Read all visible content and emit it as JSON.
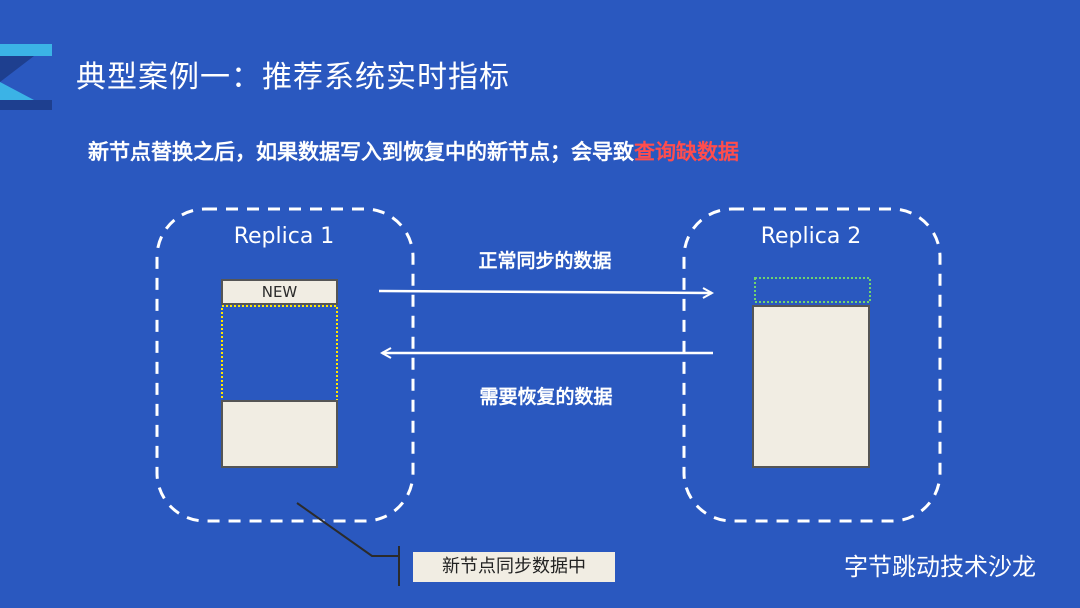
{
  "slide": {
    "title": "典型案例一：推荐系统实时指标",
    "subtitle_normal": "新节点替换之后，如果数据写入到恢复中的新节点；会导致",
    "subtitle_highlight": "查询缺数据",
    "brand": "字节跳动技术沙龙"
  },
  "diagram": {
    "replica1": {
      "label": "Replica 1",
      "new_block_label": "NEW"
    },
    "replica2": {
      "label": "Replica 2"
    },
    "arrows": {
      "normal_sync_label": "正常同步的数据",
      "recovery_label": "需要恢复的数据"
    },
    "status_label": "新节点同步数据中"
  },
  "colors": {
    "background": "#2a58bf",
    "highlight": "#ff4d4d",
    "block_fill": "#f1ede3",
    "yellow_dotted": "#ffe600",
    "green_dotted": "#6fd36f"
  }
}
